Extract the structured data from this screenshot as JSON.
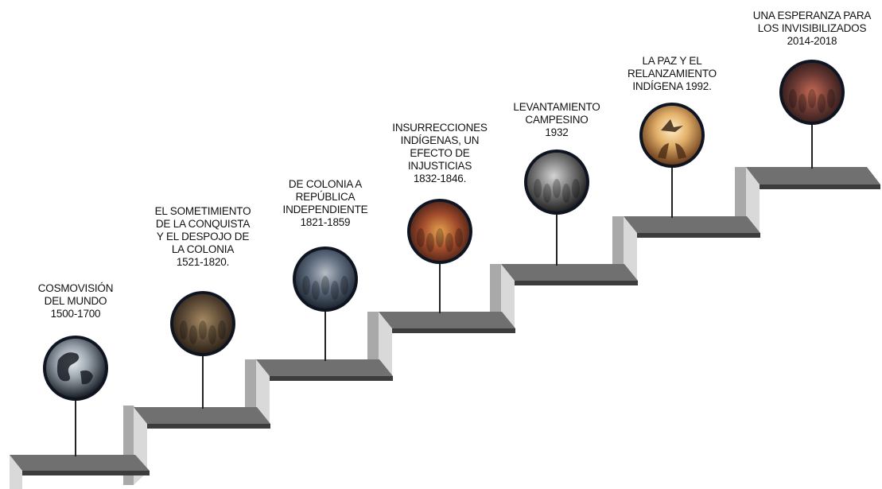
{
  "colors": {
    "tread_top": "#707070",
    "tread_top_light": "#8c8c8c",
    "tread_front": "#3c3c3c",
    "riser_face": "#a9a9a9",
    "riser_side": "#d9d9d9",
    "post": "#222222",
    "medallion_ring": "#1c2433"
  },
  "milestones": [
    {
      "title_lines": [
        "COSMOVISIÓN",
        "DEL MUNDO"
      ],
      "years": "1500-1700",
      "image": "globe-earth-icon"
    },
    {
      "title_lines": [
        "EL SOMETIMIENTO",
        "DE LA CONQUISTA",
        "Y EL DESPOJO DE",
        "LA COLONIA"
      ],
      "years": "1521-1820.",
      "image": "conquest-painting-icon"
    },
    {
      "title_lines": [
        "DE COLONIA A",
        "REPÚBLICA",
        "INDEPENDIENTE"
      ],
      "years": "1821-1859",
      "image": "independence-painting-icon"
    },
    {
      "title_lines": [
        "INSURRECCIONES",
        "INDÍGENAS, UN",
        "EFECTO DE",
        "INJUSTICIAS"
      ],
      "years": "1832-1846.",
      "image": "indigenous-crowd-icon"
    },
    {
      "title_lines": [
        "LEVANTAMIENTO",
        "CAMPESINO"
      ],
      "years": "1932",
      "image": "peasant-uprising-photo-icon"
    },
    {
      "title_lines": [
        "LA PAZ Y EL",
        "RELANZAMIENTO",
        "INDÍGENA 1992."
      ],
      "years": "",
      "image": "dove-hands-icon"
    },
    {
      "title_lines": [
        "UNA ESPERANZA PARA",
        "LOS INVISIBILIZADOS"
      ],
      "years": "2014-2018",
      "image": "indigenous-people-portrait-icon"
    }
  ]
}
